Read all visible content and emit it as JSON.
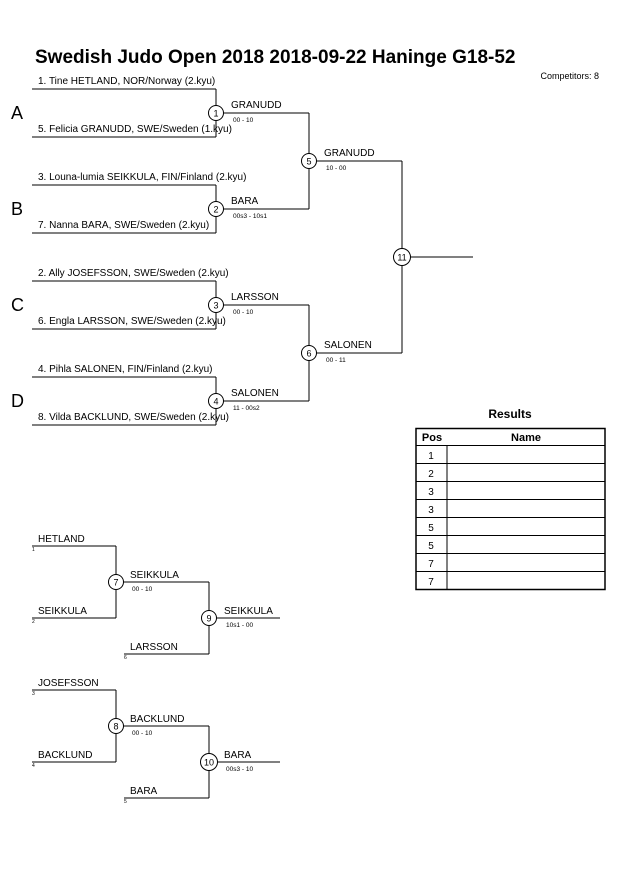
{
  "header": {
    "title": "Swedish Judo Open 2018  2018-09-22  Haninge   G18-52",
    "competitors": "Competitors: 8"
  },
  "pools": [
    "A",
    "B",
    "C",
    "D"
  ],
  "entries": [
    "1. Tine HETLAND, NOR/Norway (2.kyu)",
    "5. Felicia GRANUDD, SWE/Sweden (1.kyu)",
    "3. Louna-lumia SEIKKULA, FIN/Finland (2.kyu)",
    "7. Nanna BARA, SWE/Sweden (2.kyu)",
    "2. Ally JOSEFSSON, SWE/Sweden (2.kyu)",
    "6. Engla LARSSON, SWE/Sweden (2.kyu)",
    "4. Pihla SALONEN, FIN/Finland (2.kyu)",
    "8. Vilda BACKLUND, SWE/Sweden (2.kyu)"
  ],
  "main_matches": {
    "m1": {
      "num": "1",
      "winner": "GRANUDD",
      "score": "00 - 10"
    },
    "m2": {
      "num": "2",
      "winner": "BARA",
      "score": "00s3 - 10s1"
    },
    "m3": {
      "num": "3",
      "winner": "LARSSON",
      "score": "00 - 10"
    },
    "m4": {
      "num": "4",
      "winner": "SALONEN",
      "score": "11 - 00s2"
    },
    "m5": {
      "num": "5",
      "winner": "GRANUDD",
      "score": "10 - 00"
    },
    "m6": {
      "num": "6",
      "winner": "SALONEN",
      "score": "00 - 11"
    },
    "m11": {
      "num": "11",
      "winner": "",
      "score": ""
    }
  },
  "repechage": {
    "r1_top": {
      "name": "HETLAND",
      "seed": "1"
    },
    "r1_bot": {
      "name": "SEIKKULA",
      "seed": "2"
    },
    "r1_late": {
      "name": "LARSSON",
      "seed": "6"
    },
    "r2_top": {
      "name": "JOSEFSSON",
      "seed": "3"
    },
    "r2_bot": {
      "name": "BACKLUND",
      "seed": "4"
    },
    "r2_late": {
      "name": "BARA",
      "seed": "5"
    },
    "m7": {
      "num": "7",
      "winner": "SEIKKULA",
      "score": "00 - 10"
    },
    "m8": {
      "num": "8",
      "winner": "BACKLUND",
      "score": "00 - 10"
    },
    "m9": {
      "num": "9",
      "winner": "SEIKKULA",
      "score": "10s1 - 00"
    },
    "m10": {
      "num": "10",
      "winner": "BARA",
      "score": "00s3 - 10"
    }
  },
  "results": {
    "title": "Results",
    "col_pos": "Pos",
    "col_name": "Name",
    "rows": [
      {
        "pos": "1",
        "name": ""
      },
      {
        "pos": "2",
        "name": ""
      },
      {
        "pos": "3",
        "name": ""
      },
      {
        "pos": "3",
        "name": ""
      },
      {
        "pos": "5",
        "name": ""
      },
      {
        "pos": "5",
        "name": ""
      },
      {
        "pos": "7",
        "name": ""
      },
      {
        "pos": "7",
        "name": ""
      }
    ]
  }
}
